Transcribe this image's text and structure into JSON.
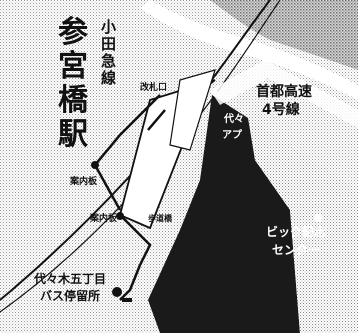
{
  "map": {
    "station_name": [
      "参",
      "宮",
      "橋",
      "駅"
    ],
    "odakyu_line": [
      "小",
      "田",
      "急",
      "線"
    ],
    "ticket_gate": "改札口",
    "expressway": [
      "首都高速",
      "4号線"
    ],
    "info_board_1": "案内板",
    "info_board_2": "案内板",
    "pedestrian_bridge": "歩道橋",
    "bus_stop": [
      "代々木五丁目",
      "バス停留所"
    ],
    "building": [
      "ビック記念",
      "センター"
    ],
    "small_label_1": "代々",
    "small_label_2": "アプ",
    "colors": {
      "dark_block": "#1a1a1a",
      "dither": "#9a9a9a",
      "route": "#111111",
      "paper": "#ffffff"
    }
  }
}
